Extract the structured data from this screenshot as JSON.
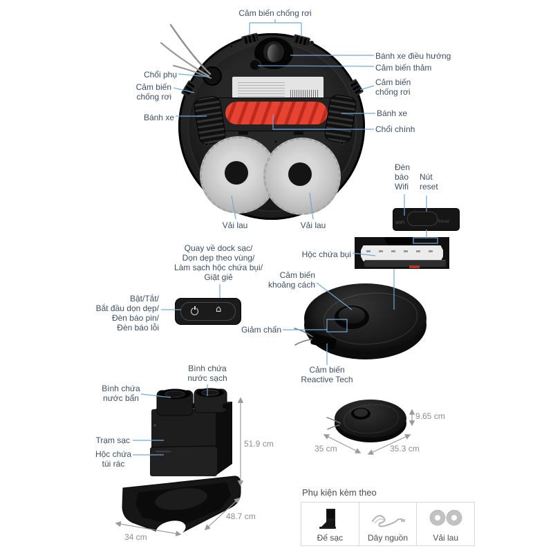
{
  "colors": {
    "label_text": "#3e4e62",
    "leader_line": "#74a7d7",
    "dimension_text": "#8d8d8d",
    "brush_red": "#e64332"
  },
  "bottom_view": {
    "cliff_sensor_top": "Cảm biến chống rơi",
    "steering_wheel": "Bánh xe điều hướng",
    "carpet_sensor": "Cảm biến thảm",
    "side_brush": "Chổi phụ",
    "cliff_sensor_left": "Cảm biến\nchống rơi",
    "cliff_sensor_right": "Cảm biến\nchống rơi",
    "wheel_left": "Bánh xe",
    "wheel_right": "Bánh xe",
    "main_brush": "Chổi chính",
    "mop_cloth_left": "Vải lau",
    "mop_cloth_right": "Vải lau"
  },
  "wifi_module": {
    "wifi_indicator": "Đèn\nbáo\nWifi",
    "reset_button": "Nút\nreset",
    "bar_wifi": "WIFI",
    "bar_reset": "Reset"
  },
  "top_view": {
    "dust_box": "Hộc chứa bụi",
    "distance_sensor": "Cảm biến\nkhoảng cách",
    "bumper": "Giảm chấn",
    "reactive_sensor": "Cảm biến\nReactive Tech",
    "home_button_functions": "Quay về dock sạc/\nDọn dẹp theo vùng/\nLàm sạch hộc chứa bụi/\nGiặt giẻ",
    "power_button_functions": "Bật/Tắt/\nBắt đầu dọn dẹp/\nĐèn báo pin/\nĐèn báo lỗi"
  },
  "dock": {
    "clean_water_tank": "Bình chứa\nnước sạch",
    "dirty_water_tank": "Bình chứa\nnước bẩn",
    "charging_station": "Trạm sạc",
    "dust_bag_box": "Hộc chứa\ntúi rác",
    "height": "51.9 cm",
    "depth": "48.7 cm",
    "width": "34 cm"
  },
  "robot_dimensions": {
    "height": "9.65 cm",
    "diameter_left": "35 cm",
    "diameter_right": "35.3 cm"
  },
  "accessories": {
    "title": "Phụ kiện kèm theo",
    "items": [
      {
        "label": "Đế sạc"
      },
      {
        "label": "Dây nguồn"
      },
      {
        "label": "Vải lau"
      }
    ]
  }
}
